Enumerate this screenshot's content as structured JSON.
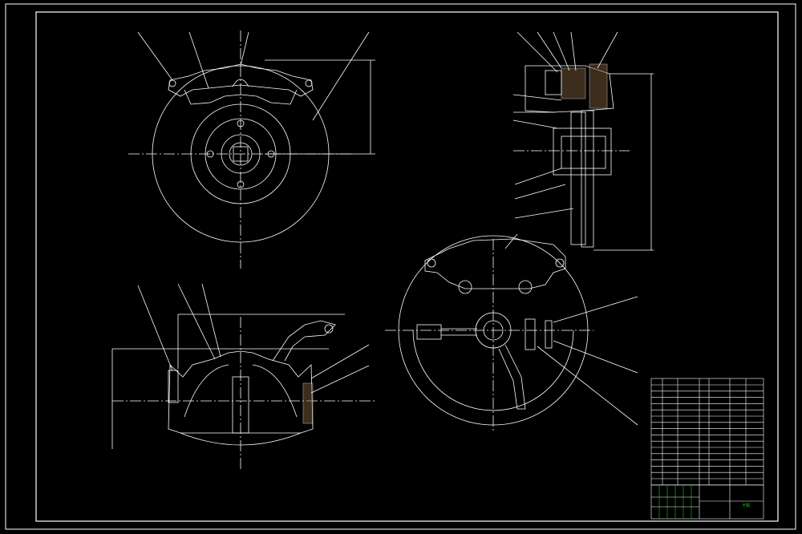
{
  "drawing": {
    "background": "#000000",
    "line_color": "#ffffff",
    "title_block_accent": "#00e000",
    "views": [
      {
        "name": "front-view"
      },
      {
        "name": "side-section-view"
      },
      {
        "name": "bottom-section-view"
      },
      {
        "name": "rear-view"
      }
    ],
    "title_block": {
      "title_label": "卡钳"
    }
  }
}
